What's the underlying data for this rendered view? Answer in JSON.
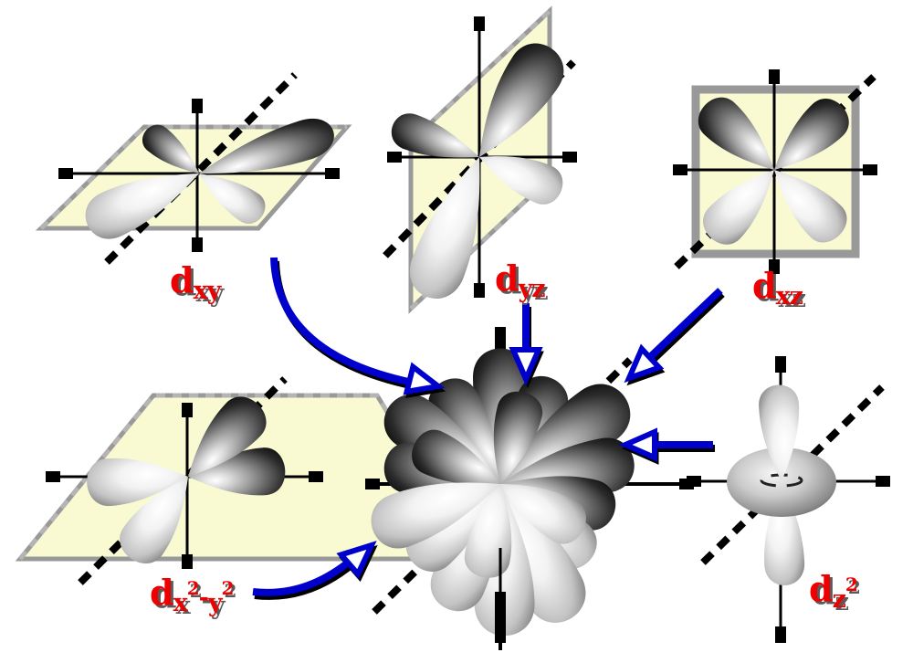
{
  "diagram": {
    "description": "Five d atomic orbitals combined into one composite electron-density figure",
    "background": "#ffffff",
    "colors": {
      "background": "#ffffff",
      "plane_fill": "#fafad2",
      "plane_border": "#999999",
      "axis": "#000000",
      "arrow": "#0000cd",
      "label": "#ee0000",
      "label_shadow": "#5a5a5a"
    },
    "labels": {
      "dxy": {
        "base": "d",
        "sub": "xy"
      },
      "dyz": {
        "base": "d",
        "sub": "yz"
      },
      "dxz": {
        "base": "d",
        "sub": "xz"
      },
      "dx2y2": {
        "base": "d",
        "sub1": "x",
        "sup1": "2",
        "minus": "-",
        "sub2": "y",
        "sup2": "2"
      },
      "dz2": {
        "base": "d",
        "sub": "z",
        "sup": "2"
      }
    },
    "arrows": [
      {
        "name": "arrow-dxy-to-combined",
        "style": "curved",
        "direction": "down-right"
      },
      {
        "name": "arrow-dyz-to-combined",
        "style": "straight",
        "direction": "down"
      },
      {
        "name": "arrow-dxz-to-combined",
        "style": "straight",
        "direction": "down-left"
      },
      {
        "name": "arrow-dz2-to-combined",
        "style": "straight",
        "direction": "left"
      },
      {
        "name": "arrow-dx2y2-to-combined",
        "style": "curved",
        "direction": "up-right"
      }
    ]
  }
}
